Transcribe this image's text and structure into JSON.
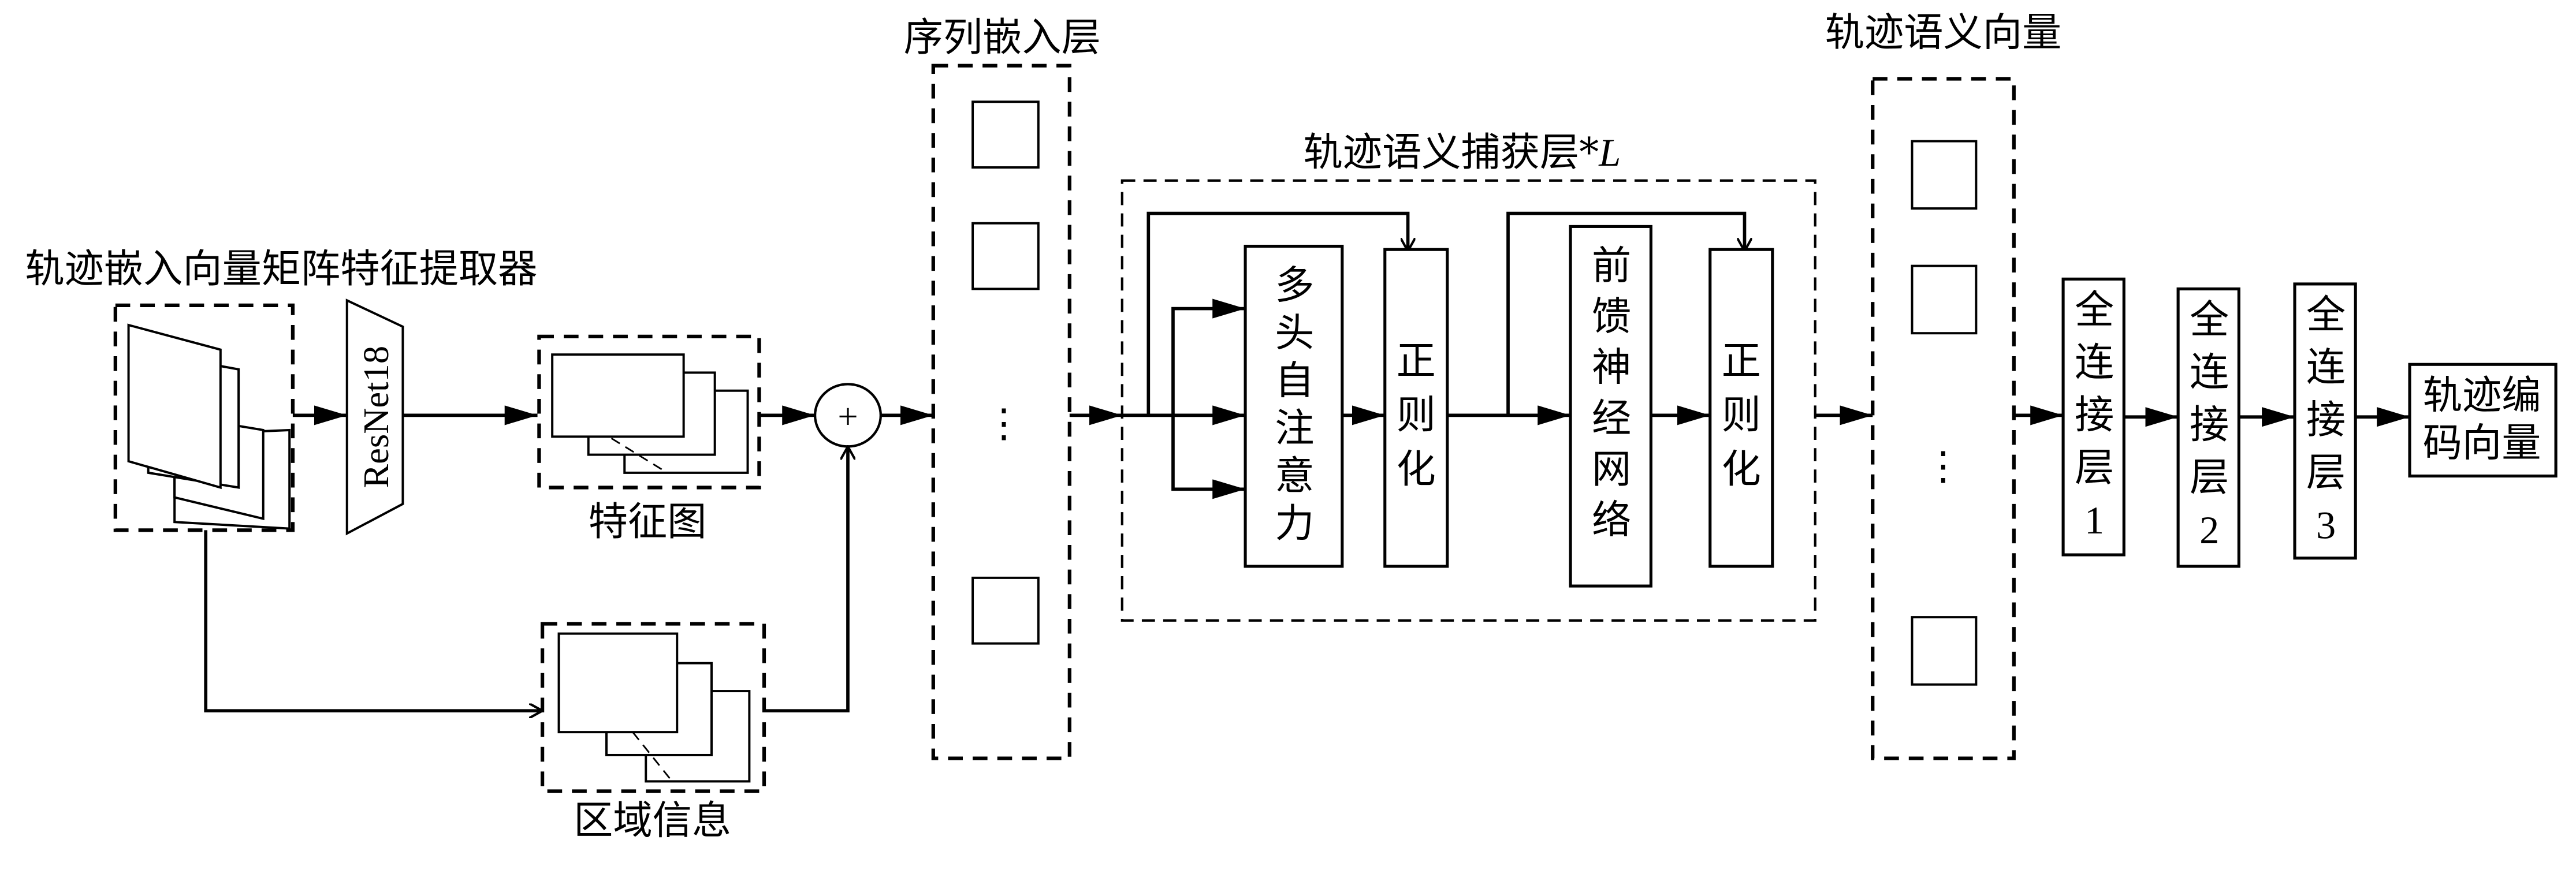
{
  "title": "Trajectory encoding architecture",
  "labels": {
    "extractor": "轨迹嵌入向量矩阵特征提取器",
    "resnet": "ResNet18",
    "feature_map": "特征图",
    "region_info": "区域信息",
    "plus": "+",
    "sequence_embedding": "序列嵌入层",
    "semantic_capture": "轨迹语义捕获层*",
    "semantic_capture_suffix": "L",
    "semantic_vector": "轨迹语义向量",
    "ellipsis": "⋮"
  },
  "capture_blocks": [
    {
      "chars": [
        "多",
        "头",
        "自",
        "注",
        "意",
        "力"
      ]
    },
    {
      "chars": [
        "正",
        "则",
        "化"
      ]
    },
    {
      "chars": [
        "前",
        "馈",
        "神",
        "经",
        "网",
        "络"
      ]
    },
    {
      "chars": [
        "正",
        "则",
        "化"
      ]
    }
  ],
  "fc_layers": [
    {
      "chars": [
        "全",
        "连",
        "接",
        "层",
        "1"
      ]
    },
    {
      "chars": [
        "全",
        "连",
        "接",
        "层",
        "2"
      ]
    },
    {
      "chars": [
        "全",
        "连",
        "接",
        "层",
        "3"
      ]
    }
  ],
  "output": {
    "line1": "轨迹编",
    "line2": "码向量"
  }
}
